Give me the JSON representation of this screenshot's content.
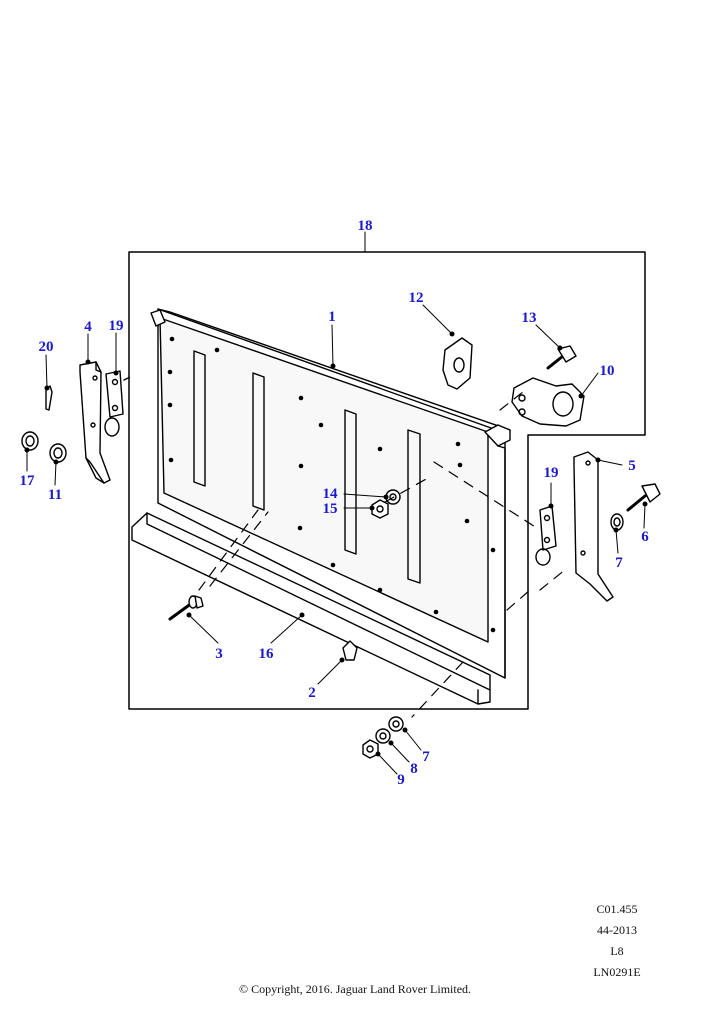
{
  "callout_color": "#1a1acc",
  "callouts": {
    "c1": "1",
    "c2": "2",
    "c3": "3",
    "c4": "4",
    "c5": "5",
    "c6": "6",
    "c7a": "7",
    "c7b": "7",
    "c8": "8",
    "c9": "9",
    "c10": "10",
    "c11": "11",
    "c12": "12",
    "c13": "13",
    "c14": "14",
    "c15": "15",
    "c16": "16",
    "c17": "17",
    "c18": "18",
    "c19a": "19",
    "c19b": "19",
    "c20": "20"
  },
  "meta": {
    "code": "C01.455",
    "date": "44-2013",
    "level": "L8",
    "ref": "LN0291E"
  },
  "copyright": "© Copyright, 2016. Jaguar Land Rover Limited."
}
